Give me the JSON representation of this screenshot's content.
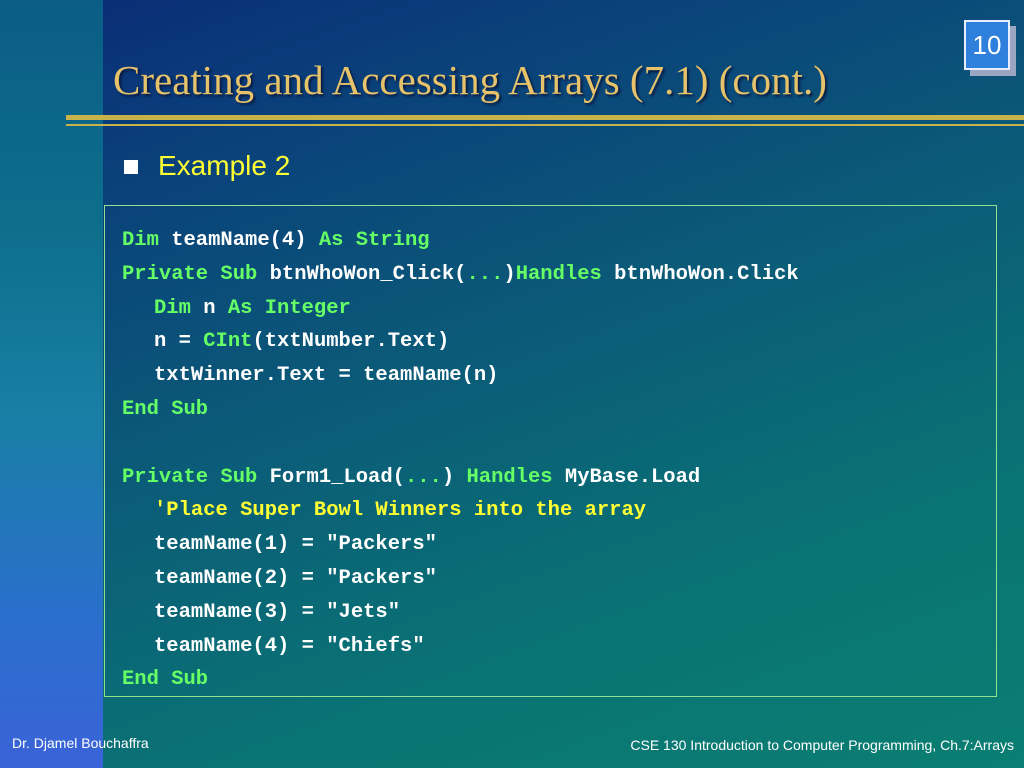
{
  "slide": {
    "number": "10",
    "title": "Creating and Accessing Arrays (7.1) (cont.)",
    "bullet": "Example 2",
    "code_lines": [
      [
        {
          "t": "Dim",
          "k": "kw"
        },
        {
          "t": " teamName(4) "
        },
        {
          "t": "As String",
          "k": "kw"
        }
      ],
      [
        {
          "t": "Private Sub",
          "k": "kw"
        },
        {
          "t": " btnWhoWon_Click("
        },
        {
          "t": "...",
          "k": "kw"
        },
        {
          "t": ")"
        },
        {
          "t": "Handles",
          "k": "kw"
        },
        {
          "t": " btnWhoWon.Click"
        }
      ],
      [
        {
          "t": "Dim",
          "k": "kw"
        },
        {
          "t": " n "
        },
        {
          "t": "As Integer",
          "k": "kw"
        }
      ],
      [
        {
          "t": "n = "
        },
        {
          "t": "CInt",
          "k": "kw"
        },
        {
          "t": "(txtNumber.Text)"
        }
      ],
      [
        {
          "t": "txtWinner.Text = teamName(n)"
        }
      ],
      [
        {
          "t": "End Sub",
          "k": "kw"
        }
      ],
      [],
      [
        {
          "t": "Private Sub",
          "k": "kw"
        },
        {
          "t": " Form1_Load("
        },
        {
          "t": "...",
          "k": "kw"
        },
        {
          "t": ") "
        },
        {
          "t": "Handles",
          "k": "kw"
        },
        {
          "t": " MyBase.Load"
        }
      ],
      [
        {
          "t": "'Place Super Bowl Winners into the array",
          "k": "cm"
        }
      ],
      [
        {
          "t": "teamName(1) = \"Packers\""
        }
      ],
      [
        {
          "t": "teamName(2) = \"Packers\""
        }
      ],
      [
        {
          "t": "teamName(3) = \"Jets\""
        }
      ],
      [
        {
          "t": "teamName(4) = \"Chiefs\""
        }
      ],
      [
        {
          "t": "End Sub",
          "k": "kw"
        }
      ]
    ],
    "code_indent": [
      false,
      false,
      true,
      true,
      true,
      false,
      false,
      false,
      true,
      true,
      true,
      true,
      true,
      false
    ]
  },
  "footer": {
    "left": "Dr. Djamel Bouchaffra",
    "right": "CSE 130 Introduction to Computer Programming, Ch.7:Arrays"
  },
  "colors": {
    "title": "#e6c26a",
    "keyword": "#66ff66",
    "comment": "#ffff33",
    "bullet_text": "#ffff33",
    "code_text": "#ffffff",
    "rule": "#c8b24a"
  }
}
